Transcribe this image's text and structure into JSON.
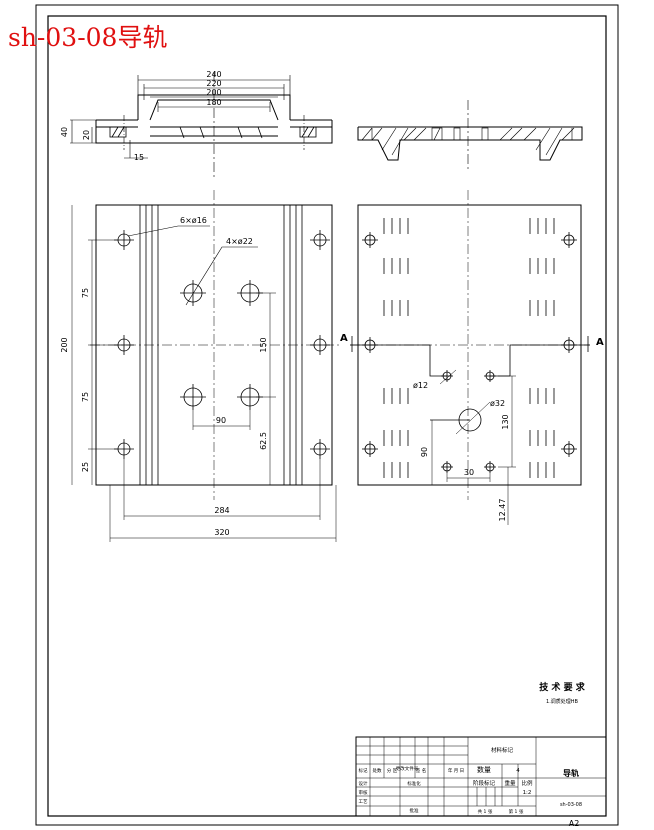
{
  "title": "sh-03-08导轨",
  "colors": {
    "title": "#e01010",
    "line": "#000000"
  },
  "top_view": {
    "dim_240": "240",
    "dim_220": "220",
    "dim_200": "200",
    "dim_180": "180",
    "dim_40": "40",
    "dim_20": "20",
    "dim_15": "15"
  },
  "front_view": {
    "hole_note_1": "6×ø16",
    "hole_note_2": "4×ø22",
    "dim_200": "200",
    "dim_75a": "75",
    "dim_75b": "75",
    "dim_25": "25",
    "dim_150": "150",
    "dim_90": "90",
    "dim_625": "62.5",
    "dim_284": "284",
    "dim_320": "320"
  },
  "right_view": {
    "section_left": "A",
    "section_right": "A",
    "dim_phi12": "ø12",
    "dim_phi32": "ø32",
    "dim_130": "130",
    "dim_90": "90",
    "dim_30": "30",
    "dim_1247": "12.47"
  },
  "tech": {
    "heading": "技 术 要 求",
    "line1": "1.调质处理HB"
  },
  "title_block": {
    "part_name": "导轨",
    "company": "材料标记",
    "qty_label": "数量",
    "qty_value": "4",
    "stage_label": "阶段标记",
    "weight_label": "重量",
    "scale_label": "比例",
    "scale_value": "1:2",
    "mark_label": "标记",
    "count_label": "处数",
    "zone_label": "分 区",
    "change_label": "更改文件号",
    "sign_label": "签 名",
    "date_label": "年 月 日",
    "design_label": "设计",
    "standard_label": "标准化",
    "check_label": "审核",
    "process_label": "工艺",
    "approve_label": "批准",
    "sheet_total": "共 1 张",
    "sheet_no": "第 1 张",
    "drawing_no": "sh-03-08",
    "format": "A2"
  }
}
